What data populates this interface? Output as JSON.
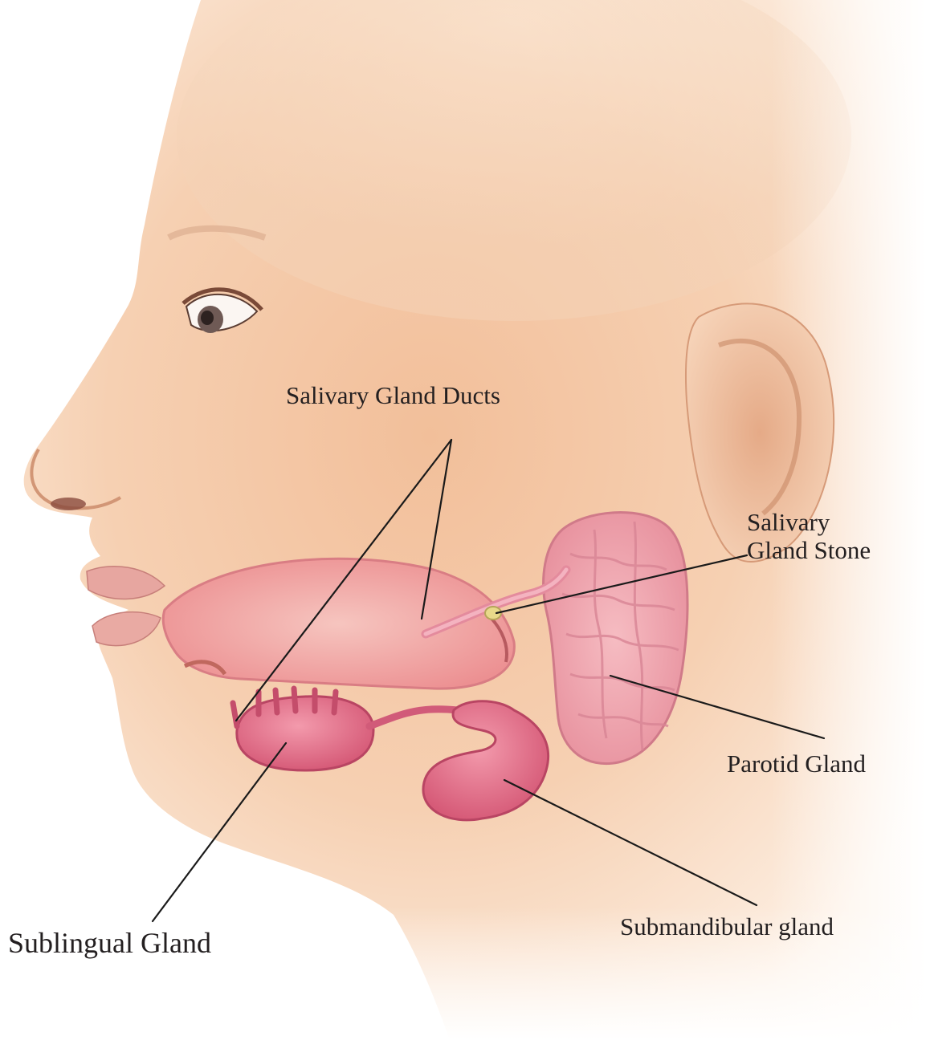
{
  "labels": {
    "salivary_gland_ducts": "Salivary Gland Ducts",
    "salivary_gland_stone_line1": "Salivary",
    "salivary_gland_stone_line2": "Gland Stone",
    "parotid_gland": "Parotid Gland",
    "sublingual_gland": "Sublingual Gland",
    "submandibular_gland": "Submandibular gland"
  },
  "colors": {
    "skin_light": "#fbe6d4",
    "skin_mid": "#f2c4a2",
    "skin_shadow": "#e0a582",
    "gland_pink": "#e9768f",
    "gland_dark": "#c64d6a",
    "tongue_pink": "#f1a6a4",
    "parotid_pink": "#f0a6b0",
    "stone_yellow": "#e8d98a",
    "leader_line": "#1a1a1a",
    "text": "#231f20"
  }
}
